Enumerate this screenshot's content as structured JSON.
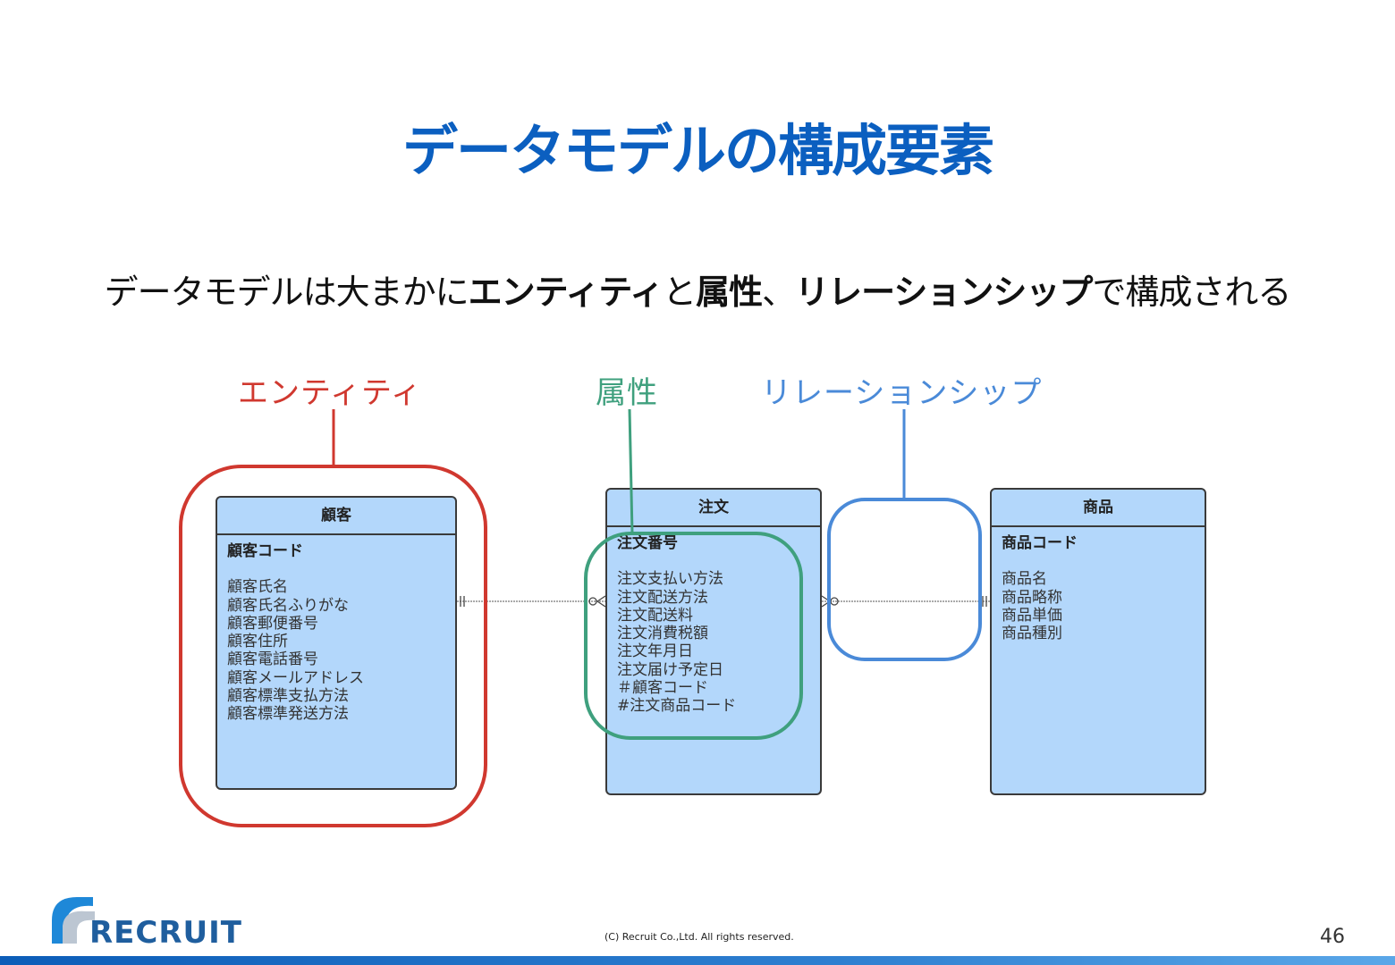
{
  "title": "データモデルの構成要素",
  "subtitle": {
    "p1": "データモデルは大まかに",
    "b1": "エンティティ",
    "p2": "と",
    "b2": "属性",
    "p3": "、",
    "b3": "リレーションシップ",
    "p4": "で構成される"
  },
  "callouts": {
    "entity": "エンティティ",
    "attribute": "属性",
    "relationship": "リレーションシップ"
  },
  "colors": {
    "entity": "#d0382f",
    "attribute": "#3fa07e",
    "relationship": "#4a8ad8",
    "title": "#0b5fc0",
    "table_fill": "#b3d7fb"
  },
  "entities": {
    "customer": {
      "name": "顧客",
      "pk": "顧客コード",
      "attrs": [
        "顧客氏名",
        "顧客氏名ふりがな",
        "顧客郵便番号",
        "顧客住所",
        "顧客電話番号",
        "顧客メールアドレス",
        "顧客標準支払方法",
        "顧客標準発送方法"
      ]
    },
    "order": {
      "name": "注文",
      "pk": "注文番号",
      "attrs": [
        "注文支払い方法",
        "注文配送方法",
        "注文配送料",
        "注文消費税額",
        "注文年月日",
        "注文届け予定日",
        "＃顧客コード",
        "#注文商品コード"
      ]
    },
    "product": {
      "name": "商品",
      "pk": "商品コード",
      "attrs": [
        "商品名",
        "商品略称",
        "商品単価",
        "商品種別"
      ]
    }
  },
  "footer": {
    "logo": "RECRUIT",
    "copyright": "(C) Recruit Co.,Ltd. All rights reserved.",
    "page": "46"
  }
}
